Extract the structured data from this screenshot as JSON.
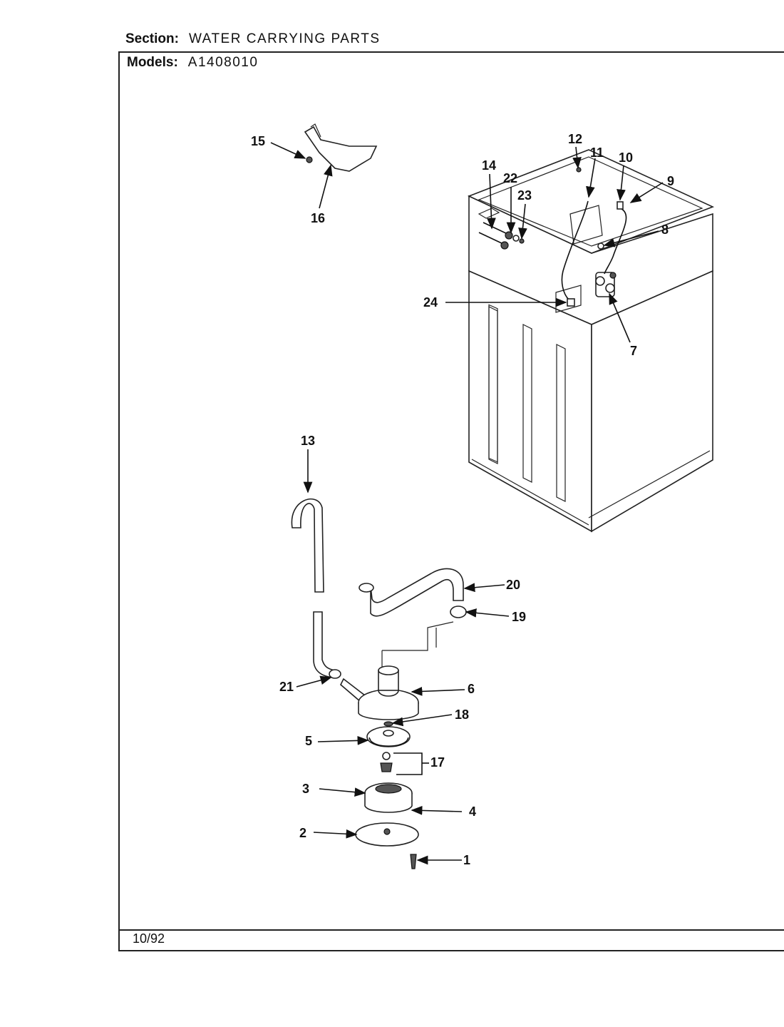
{
  "header": {
    "section_label": "Section:",
    "section_value": "WATER CARRYING PARTS",
    "models_label": "Models:",
    "models_value": "A1408010"
  },
  "footer": {
    "date": "10/92"
  },
  "callouts": [
    "1",
    "2",
    "3",
    "4",
    "5",
    "6",
    "7",
    "8",
    "9",
    "10",
    "11",
    "12",
    "13",
    "14",
    "15",
    "16",
    "17",
    "18",
    "19",
    "20",
    "21",
    "22",
    "23",
    "24"
  ]
}
